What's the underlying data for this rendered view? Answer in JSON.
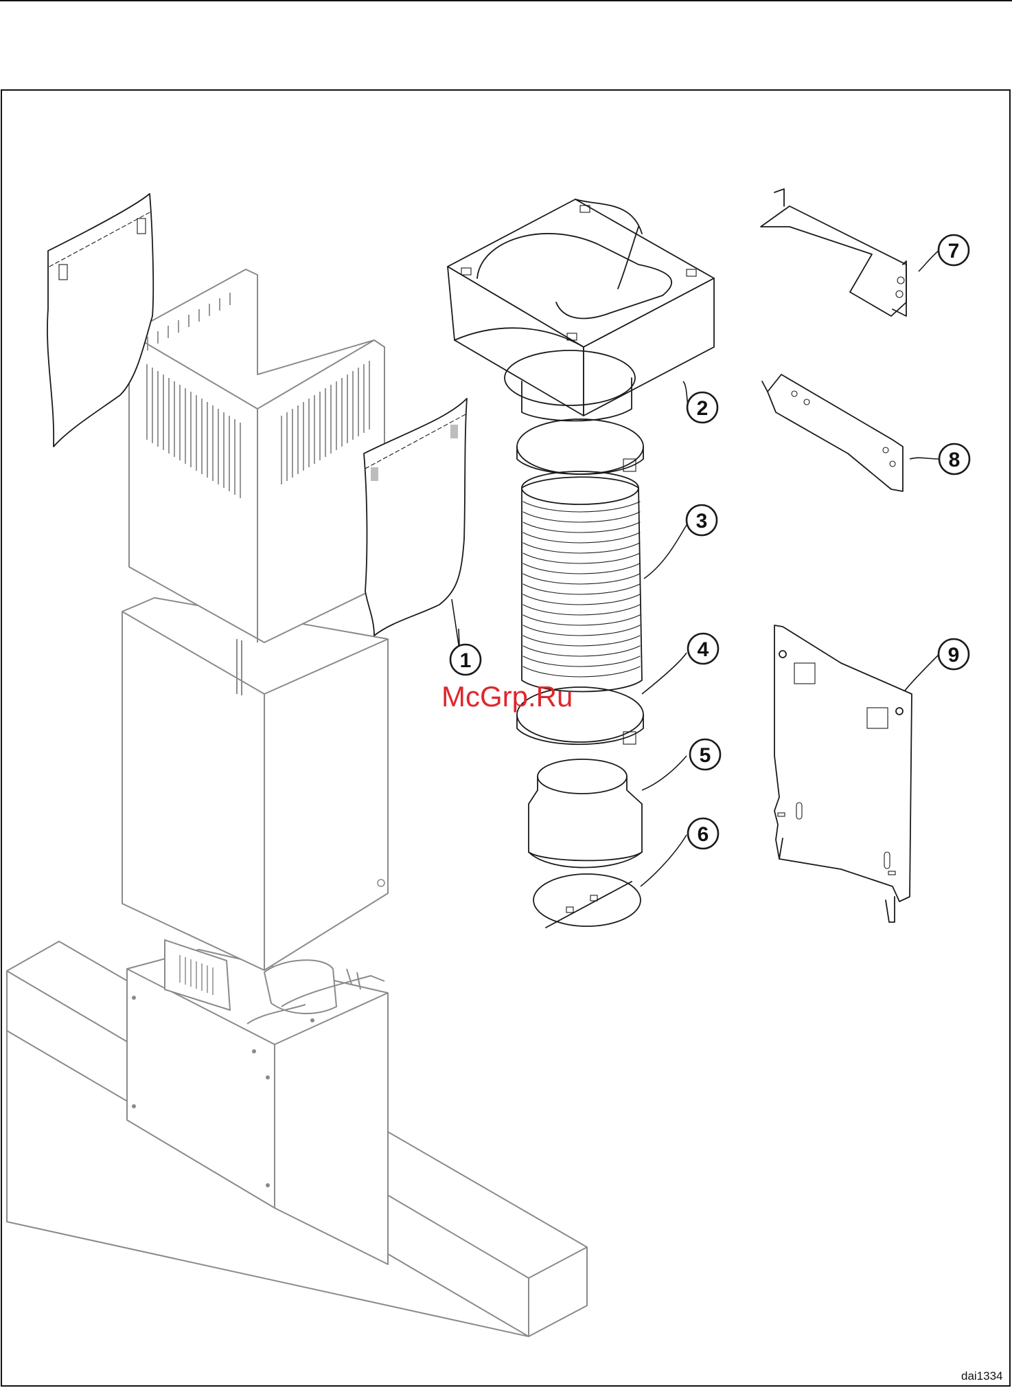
{
  "callouts": [
    {
      "label": "1"
    },
    {
      "label": "2"
    },
    {
      "label": "3"
    },
    {
      "label": "4"
    },
    {
      "label": "5"
    },
    {
      "label": "6"
    },
    {
      "label": "7"
    },
    {
      "label": "8"
    },
    {
      "label": "9"
    }
  ],
  "watermark": "McGrp.Ru",
  "drawing_ref": "dai1334"
}
